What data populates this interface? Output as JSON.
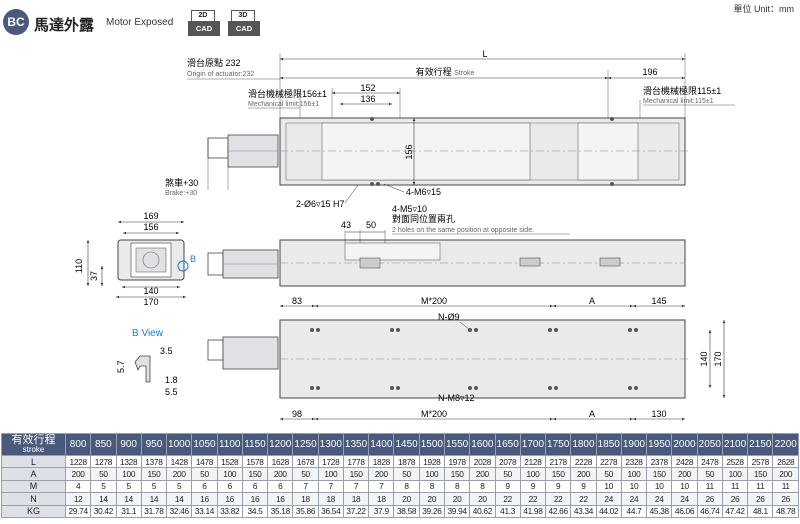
{
  "header": {
    "badge": "BC",
    "title_zh": "馬達外露",
    "title_en": "Motor Exposed",
    "cad_2d_top": "2D",
    "cad_2d_bottom": "CAD",
    "cad_3d_top": "3D",
    "cad_3d_bottom": "CAD",
    "unit": "單位 Unit：mm"
  },
  "labels": {
    "L": "L",
    "stroke_zh": "有效行程",
    "stroke_en": "Stroke",
    "d196": "196",
    "origin_zh": "滑台原點 232",
    "origin_en": "Origin of actuator:232",
    "mech_l_zh": "滑台機械極限156±1",
    "mech_l_en": "Mechanical limit:156±1",
    "mech_r_zh": "滑台機械極限115±1",
    "mech_r_en": "Mechanical limit:115±1",
    "d152": "152",
    "d136": "136",
    "d156v": "156",
    "brake_zh": "煞車+30",
    "brake_en": "Brake:+30",
    "m6": "4-M6▿15",
    "dowel": "2-Ø6▿15 H7",
    "m5": "4-M5▿10",
    "holes_zh": "對面同位置兩孔",
    "holes_en": "2 holes on the same position at opposite side.",
    "d43": "43",
    "d50": "50",
    "d169": "169",
    "d156": "156",
    "d110": "110",
    "d37": "37",
    "d140": "140",
    "d170": "170",
    "b_marker": "B",
    "b_view": "B View",
    "d3_5": "3.5",
    "d5_7": "5.7",
    "d1_8": "1.8",
    "d5_5": "5.5",
    "d83": "83",
    "m200_top": "M*200",
    "a_top": "A",
    "d145": "145",
    "n_phi9": "N-Ø9",
    "d140v": "140",
    "d170v": "170",
    "n_m8": "N-M8▿12",
    "d98": "98",
    "m200_bot": "M*200",
    "a_bot": "A",
    "d130": "130"
  },
  "table": {
    "stroke_zh": "有效行程",
    "stroke_en": "stroke",
    "strokes": [
      "800",
      "850",
      "900",
      "950",
      "1000",
      "1050",
      "1100",
      "1150",
      "1200",
      "1250",
      "1300",
      "1350",
      "1400",
      "1450",
      "1500",
      "1550",
      "1600",
      "1650",
      "1700",
      "1750",
      "1800",
      "1850",
      "1900",
      "1950",
      "2000",
      "2050",
      "2100",
      "2150",
      "2200"
    ],
    "rows": [
      {
        "label": "L",
        "values": [
          "1228",
          "1278",
          "1328",
          "1378",
          "1428",
          "1478",
          "1528",
          "1578",
          "1628",
          "1678",
          "1728",
          "1778",
          "1828",
          "1878",
          "1928",
          "1978",
          "2028",
          "2078",
          "2128",
          "2178",
          "2228",
          "2278",
          "2328",
          "2378",
          "2428",
          "2478",
          "2528",
          "2578",
          "2628"
        ]
      },
      {
        "label": "A",
        "values": [
          "200",
          "50",
          "100",
          "150",
          "200",
          "50",
          "100",
          "150",
          "200",
          "50",
          "100",
          "150",
          "200",
          "50",
          "100",
          "150",
          "200",
          "50",
          "100",
          "150",
          "200",
          "50",
          "100",
          "150",
          "200",
          "50",
          "100",
          "150",
          "200"
        ]
      },
      {
        "label": "M",
        "values": [
          "4",
          "5",
          "5",
          "5",
          "5",
          "6",
          "6",
          "6",
          "6",
          "7",
          "7",
          "7",
          "7",
          "8",
          "8",
          "8",
          "8",
          "9",
          "9",
          "9",
          "9",
          "10",
          "10",
          "10",
          "10",
          "11",
          "11",
          "11",
          "11"
        ]
      },
      {
        "label": "N",
        "values": [
          "12",
          "14",
          "14",
          "14",
          "14",
          "16",
          "16",
          "16",
          "16",
          "18",
          "18",
          "18",
          "18",
          "20",
          "20",
          "20",
          "20",
          "22",
          "22",
          "22",
          "22",
          "24",
          "24",
          "24",
          "24",
          "26",
          "26",
          "26",
          "26"
        ]
      },
      {
        "label": "KG",
        "values": [
          "29.74",
          "30.42",
          "31.1",
          "31.78",
          "32.46",
          "33.14",
          "33.82",
          "34.5",
          "35.18",
          "35.86",
          "36.54",
          "37.22",
          "37.9",
          "38.58",
          "39.26",
          "39.94",
          "40.62",
          "41.3",
          "41.98",
          "42.66",
          "43.34",
          "44.02",
          "44.7",
          "45.38",
          "46.06",
          "46.74",
          "47.42",
          "48.1",
          "48.78"
        ]
      }
    ]
  }
}
